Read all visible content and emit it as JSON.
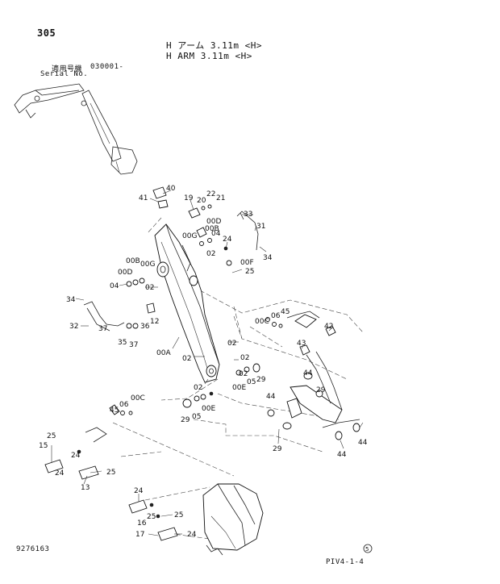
{
  "header": {
    "page_number": "305",
    "title_jp": "H アーム 3.11m <H>",
    "title_en": "H ARM 3.11m <H>",
    "serial_label_jp": "適用号機",
    "serial_label_en": "Serial No.",
    "serial_value": "030001-"
  },
  "footer": {
    "catalog_number": "9276163",
    "page_code": "PIV4-1-4",
    "revision_mark": "5"
  },
  "callouts": [
    "40",
    "41",
    "19",
    "20",
    "22",
    "21",
    "33",
    "00D",
    "00B",
    "04",
    "00G",
    "31",
    "24",
    "02",
    "00F",
    "34",
    "25",
    "00B",
    "00G",
    "00D",
    "04",
    "02",
    "34",
    "12",
    "32",
    "37",
    "36",
    "35",
    "37",
    "00A",
    "02",
    "02",
    "02",
    "02",
    "02",
    "05",
    "29",
    "00E",
    "00C",
    "06",
    "45",
    "42",
    "43",
    "44",
    "29",
    "44",
    "00C",
    "06",
    "45",
    "29",
    "05",
    "00E",
    "25",
    "15",
    "24",
    "24",
    "25",
    "13",
    "29",
    "44",
    "44",
    "24",
    "16",
    "25",
    "25",
    "17",
    "24"
  ]
}
